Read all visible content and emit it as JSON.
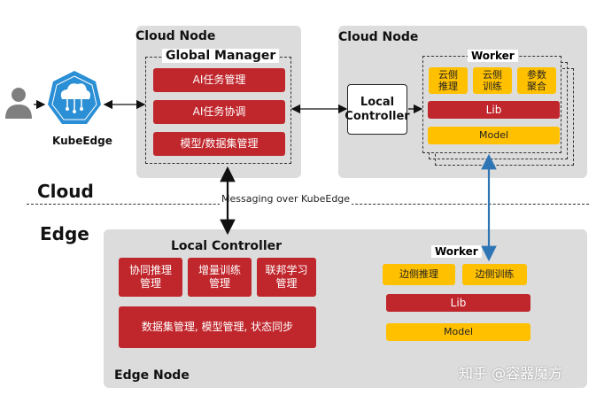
{
  "kubeedge": {
    "label": "KubeEdge"
  },
  "cloud_node_left": {
    "title": "Cloud Node",
    "global_manager": {
      "title": "Global Manager",
      "items": [
        "AI任务管理",
        "AI任务协调",
        "模型/数据集管理"
      ]
    }
  },
  "cloud_node_right": {
    "title": "Cloud Node",
    "local_controller": "Local Controller",
    "worker": {
      "title": "Worker",
      "items": [
        "云侧推理",
        "云侧训练",
        "参数聚合"
      ],
      "lib": "Lib",
      "model": "Model"
    }
  },
  "zones": {
    "cloud": "Cloud",
    "edge": "Edge"
  },
  "messaging": "Messaging over KubeEdge",
  "edge_node": {
    "title": "Edge Node",
    "local_controller": {
      "title": "Local Controller",
      "items": [
        "协同推理管理",
        "增量训练管理",
        "联邦学习管理"
      ],
      "wide_item": "数据集管理, 模型管理, 状态同步"
    },
    "worker": {
      "title": "Worker",
      "items": [
        "边侧推理",
        "边侧训练"
      ],
      "lib": "Lib",
      "model": "Model"
    }
  },
  "watermark": "知乎 @容器魔方",
  "colors": {
    "red": "#c0272d",
    "yellow": "#ffc000",
    "node_bg": "#dcdcdc",
    "blue": "#2e75b6"
  }
}
